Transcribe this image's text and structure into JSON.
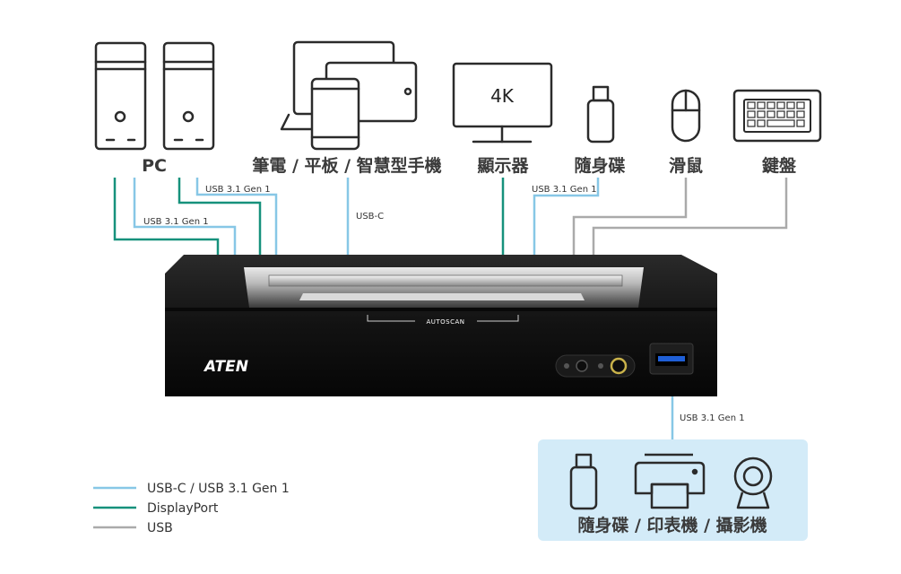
{
  "colors": {
    "usb_c": "#87c7e6",
    "displayport": "#16917c",
    "usb": "#aaaaaa",
    "panel": "#d3ebf8",
    "device_body": "#111111",
    "usb_port": "#1f5fd6"
  },
  "devices": {
    "pc": "PC",
    "laptop_tablet_phone": "筆電 / 平板 / 智慧型手機",
    "monitor": "顯示器",
    "monitor_screen_text": "4K",
    "flash_drive": "隨身碟",
    "mouse": "滑鼠",
    "keyboard": "鍵盤"
  },
  "icons": {
    "pc": "desktop-tower-icon",
    "laptop": "laptop-icon",
    "tablet": "tablet-icon",
    "phone": "smartphone-icon",
    "monitor": "monitor-icon",
    "flash_drive": "usb-flash-drive-icon",
    "mouse": "mouse-icon",
    "keyboard": "keyboard-icon",
    "printer": "printer-icon",
    "webcam": "webcam-icon"
  },
  "cables": {
    "pc1_usb": "USB 3.1 Gen 1",
    "pc2_usb": "USB 3.1 Gen 1",
    "mobile": "USB-C",
    "flash_drive": "USB 3.1 Gen 1",
    "front_port": "USB 3.1 Gen 1"
  },
  "device_unit": {
    "brand": "ATEN",
    "button_label": "AUTOSCAN"
  },
  "peripherals_panel": {
    "label": "隨身碟 / 印表機 / 攝影機"
  },
  "legend": [
    {
      "label": "USB-C / USB 3.1 Gen 1",
      "color": "#87c7e6"
    },
    {
      "label": "DisplayPort",
      "color": "#16917c"
    },
    {
      "label": "USB",
      "color": "#aaaaaa"
    }
  ]
}
